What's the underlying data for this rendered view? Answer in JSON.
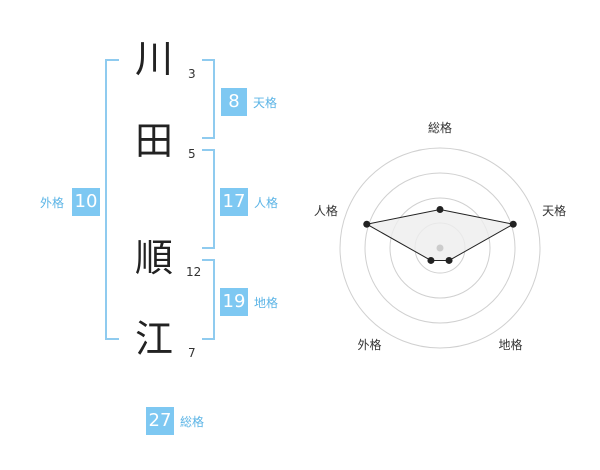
{
  "name": {
    "chars": [
      {
        "char": "川",
        "strokes": "3"
      },
      {
        "char": "田",
        "strokes": "5"
      },
      {
        "char": "順",
        "strokes": "12"
      },
      {
        "char": "江",
        "strokes": "7"
      }
    ]
  },
  "kaku": {
    "tenkaku": {
      "value": "8",
      "label": "天格"
    },
    "jinkaku": {
      "value": "17",
      "label": "人格"
    },
    "chikaku": {
      "value": "19",
      "label": "地格"
    },
    "gaikaku": {
      "value": "10",
      "label": "外格"
    },
    "soukaku": {
      "value": "27",
      "label": "総格"
    }
  },
  "chart_data": {
    "type": "radar",
    "axes": [
      "総格",
      "天格",
      "地格",
      "外格",
      "人格"
    ],
    "values": [
      0.5,
      1.0,
      0.2,
      0.2,
      1.0
    ],
    "max": 1.0,
    "rings": 4,
    "line_color": "#222222",
    "fill_color": "#eeeeee",
    "ring_color": "#d0d0d0"
  }
}
